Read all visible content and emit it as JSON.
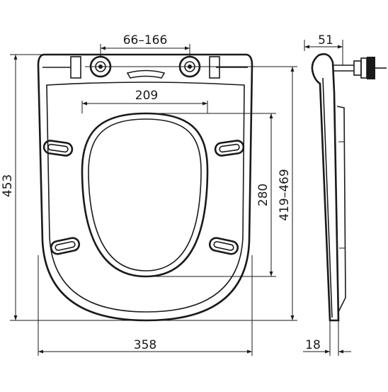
{
  "dimensions": {
    "hinge_spacing": "66–166",
    "opening_width": "209",
    "overall_length": "453",
    "opening_length": "280",
    "fit_range": "419–469",
    "overall_width": "358",
    "hinge_height": "51",
    "thickness": "18"
  },
  "colors": {
    "ink": "#1a1a1a",
    "background": "#ffffff"
  }
}
